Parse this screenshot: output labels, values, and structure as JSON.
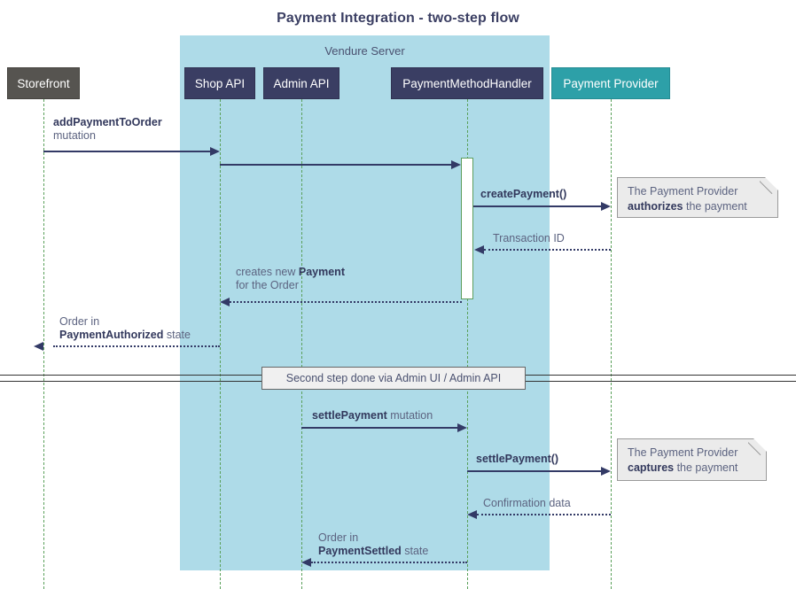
{
  "diagram": {
    "title": "Payment Integration - two-step flow",
    "type": "sequence-diagram",
    "group": {
      "label": "Vendure Server",
      "color": "#aedbe8"
    },
    "participants": [
      {
        "id": "storefront",
        "label": "Storefront",
        "color": "#565450"
      },
      {
        "id": "shop-api",
        "label": "Shop API",
        "color": "#3a3e63"
      },
      {
        "id": "admin-api",
        "label": "Admin API",
        "color": "#3a3e63"
      },
      {
        "id": "payment-method-handler",
        "label": "PaymentMethodHandler",
        "color": "#3a3e63"
      },
      {
        "id": "payment-provider",
        "label": "Payment Provider",
        "color": "#2da0a8"
      }
    ],
    "messages": [
      {
        "id": "add-payment-to-order",
        "from": "storefront",
        "to": "shop-api",
        "style": "solid",
        "line1_bold": "addPaymentToOrder",
        "line2": "mutation"
      },
      {
        "id": "shop-api-to-handler",
        "from": "shop-api",
        "to": "payment-method-handler",
        "style": "solid",
        "line1_bold": "",
        "line2": ""
      },
      {
        "id": "create-payment",
        "from": "payment-method-handler",
        "to": "payment-provider",
        "style": "solid",
        "line1_bold": "createPayment()",
        "line2": ""
      },
      {
        "id": "transaction-id",
        "from": "payment-provider",
        "to": "payment-method-handler",
        "style": "dotted",
        "line1": "Transaction ID"
      },
      {
        "id": "creates-new-payment",
        "from": "payment-method-handler",
        "to": "shop-api",
        "style": "dotted",
        "line1_pre": "creates new ",
        "line1_bold": "Payment",
        "line2": "for the Order"
      },
      {
        "id": "order-payment-authorized",
        "from": "shop-api",
        "to": "storefront",
        "style": "dotted",
        "line1": "Order in",
        "line2_bold": "PaymentAuthorized",
        "line2_post": " state"
      },
      {
        "id": "settle-payment-mutation",
        "from": "admin-api",
        "to": "payment-method-handler",
        "style": "solid",
        "line1_bold": "settlePayment",
        "line1_post": " mutation"
      },
      {
        "id": "settle-payment-call",
        "from": "payment-method-handler",
        "to": "payment-provider",
        "style": "solid",
        "line1_bold": "settlePayment()"
      },
      {
        "id": "confirmation-data",
        "from": "payment-provider",
        "to": "payment-method-handler",
        "style": "dotted",
        "line1": "Confirmation data"
      },
      {
        "id": "order-payment-settled",
        "from": "payment-method-handler",
        "to": "admin-api",
        "style": "dotted",
        "line1": "Order in",
        "line2_bold": "PaymentSettled",
        "line2_post": " state"
      }
    ],
    "notes": [
      {
        "id": "note-authorizes",
        "line1": "The Payment Provider",
        "line2_bold": "authorizes",
        "line2_post": " the payment"
      },
      {
        "id": "note-captures",
        "line1": "The Payment Provider",
        "line2_bold": "captures",
        "line2_post": " the payment"
      }
    ],
    "divider": {
      "label": "Second step done via Admin UI / Admin API"
    }
  }
}
